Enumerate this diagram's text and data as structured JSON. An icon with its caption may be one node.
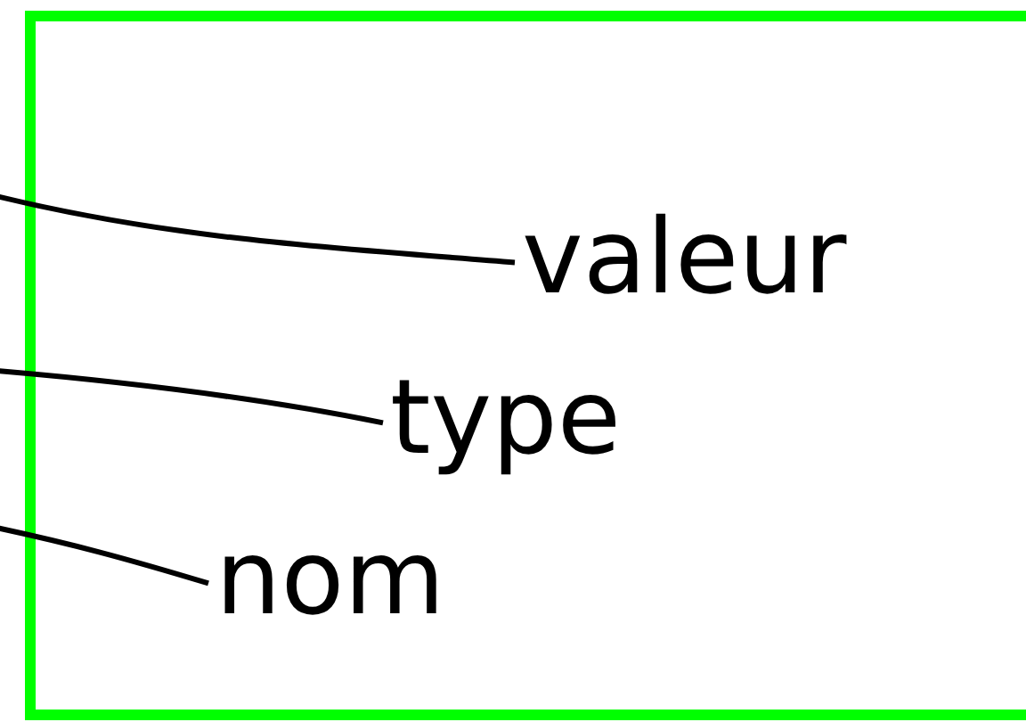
{
  "diagram": {
    "nodes": [
      {
        "text": [],
        "shape": "box"
      },
      {
        "text": [
          "valeur"
        ],
        "in": 0
      },
      {
        "text": [
          "type"
        ],
        "in": 0
      },
      {
        "text": [
          "nom"
        ],
        "in": 0
      }
    ],
    "edges": [
      {
        "from": 1,
        "to": null,
        "arrow": "none"
      },
      {
        "from": 2,
        "to": null,
        "arrow": "none"
      },
      {
        "from": 3,
        "to": null,
        "arrow": "none"
      }
    ]
  }
}
